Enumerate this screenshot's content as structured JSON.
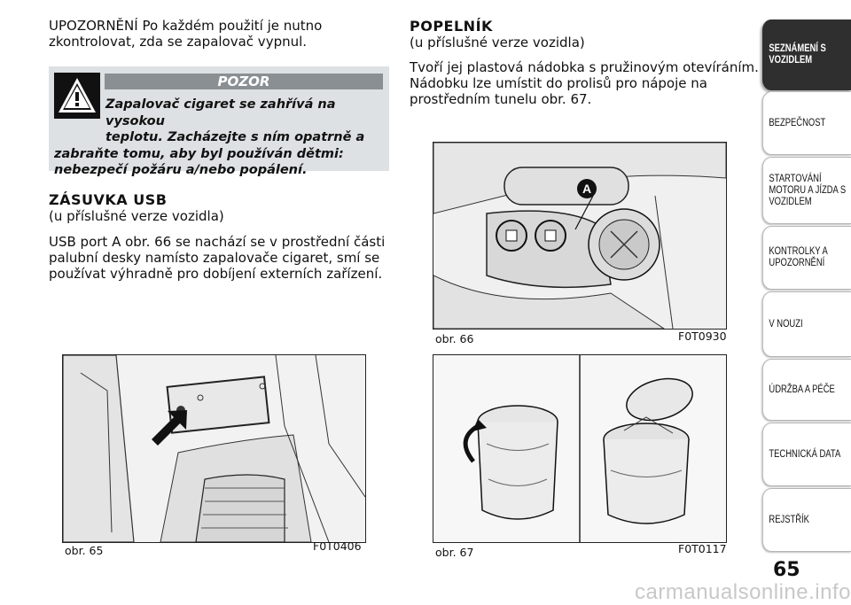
{
  "left_column": {
    "intro_line1": "UPOZORNĚNÍ Po každém použití je nutno",
    "intro_line2": "zkontrolovat, zda se zapalovač vypnul.",
    "warning": {
      "label": "POZOR",
      "line1": "Zapalovač cigaret se zahřívá na vysokou",
      "line2": "teplotu. Zacházejte s ním opatrně a",
      "line3": "zabraňte tomu, aby byl používán dětmi:",
      "line4": "nebezpečí požáru a/nebo popálení."
    },
    "usb_heading": "ZÁSUVKA USB",
    "usb_sub": "(u příslušné verze vozidla)",
    "usb_line1": "USB port A obr. 66 se nachází se v prostřední části",
    "usb_line2": "palubní desky namísto zapalovače cigaret, smí se",
    "usb_line3": "používat výhradně pro dobíjení externích zařízení."
  },
  "right_column": {
    "heading": "POPELNÍK",
    "sub": "(u příslušné verze vozidla)",
    "line1": "Tvoří jej plastová nádobka s pružinovým otevíráním.",
    "line2": "Nádobku lze umístit do prolisů pro nápoje na",
    "line3": "prostředním tunelu obr. 67."
  },
  "figures": {
    "fig65": {
      "caption": "obr. 65",
      "code": "F0T0406"
    },
    "fig66": {
      "caption": "obr. 66",
      "code": "F0T0930",
      "callout": "A"
    },
    "fig67": {
      "caption": "obr. 67",
      "code": "F0T0117"
    }
  },
  "tabs": [
    {
      "label": "SEZNÁMENÍ S VOZIDLEM",
      "active": true
    },
    {
      "label": "BEZPEČNOST",
      "active": false
    },
    {
      "label": "STARTOVÁNÍ MOTORU A JÍZDA S VOZIDLEM",
      "active": false
    },
    {
      "label": "KONTROLKY A UPOZORNĚNÍ",
      "active": false
    },
    {
      "label": "V NOUZI",
      "active": false
    },
    {
      "label": "ÚDRŽBA A PÉČE",
      "active": false
    },
    {
      "label": "TECHNICKÁ DATA",
      "active": false
    },
    {
      "label": "REJSTŘÍK",
      "active": false
    }
  ],
  "page_number": "65",
  "watermark": "carmanualsonline.info",
  "colors": {
    "tab_active": "#2f2f2f",
    "warning_bg": "#dde1e3",
    "warning_label": "#8a8f93"
  }
}
